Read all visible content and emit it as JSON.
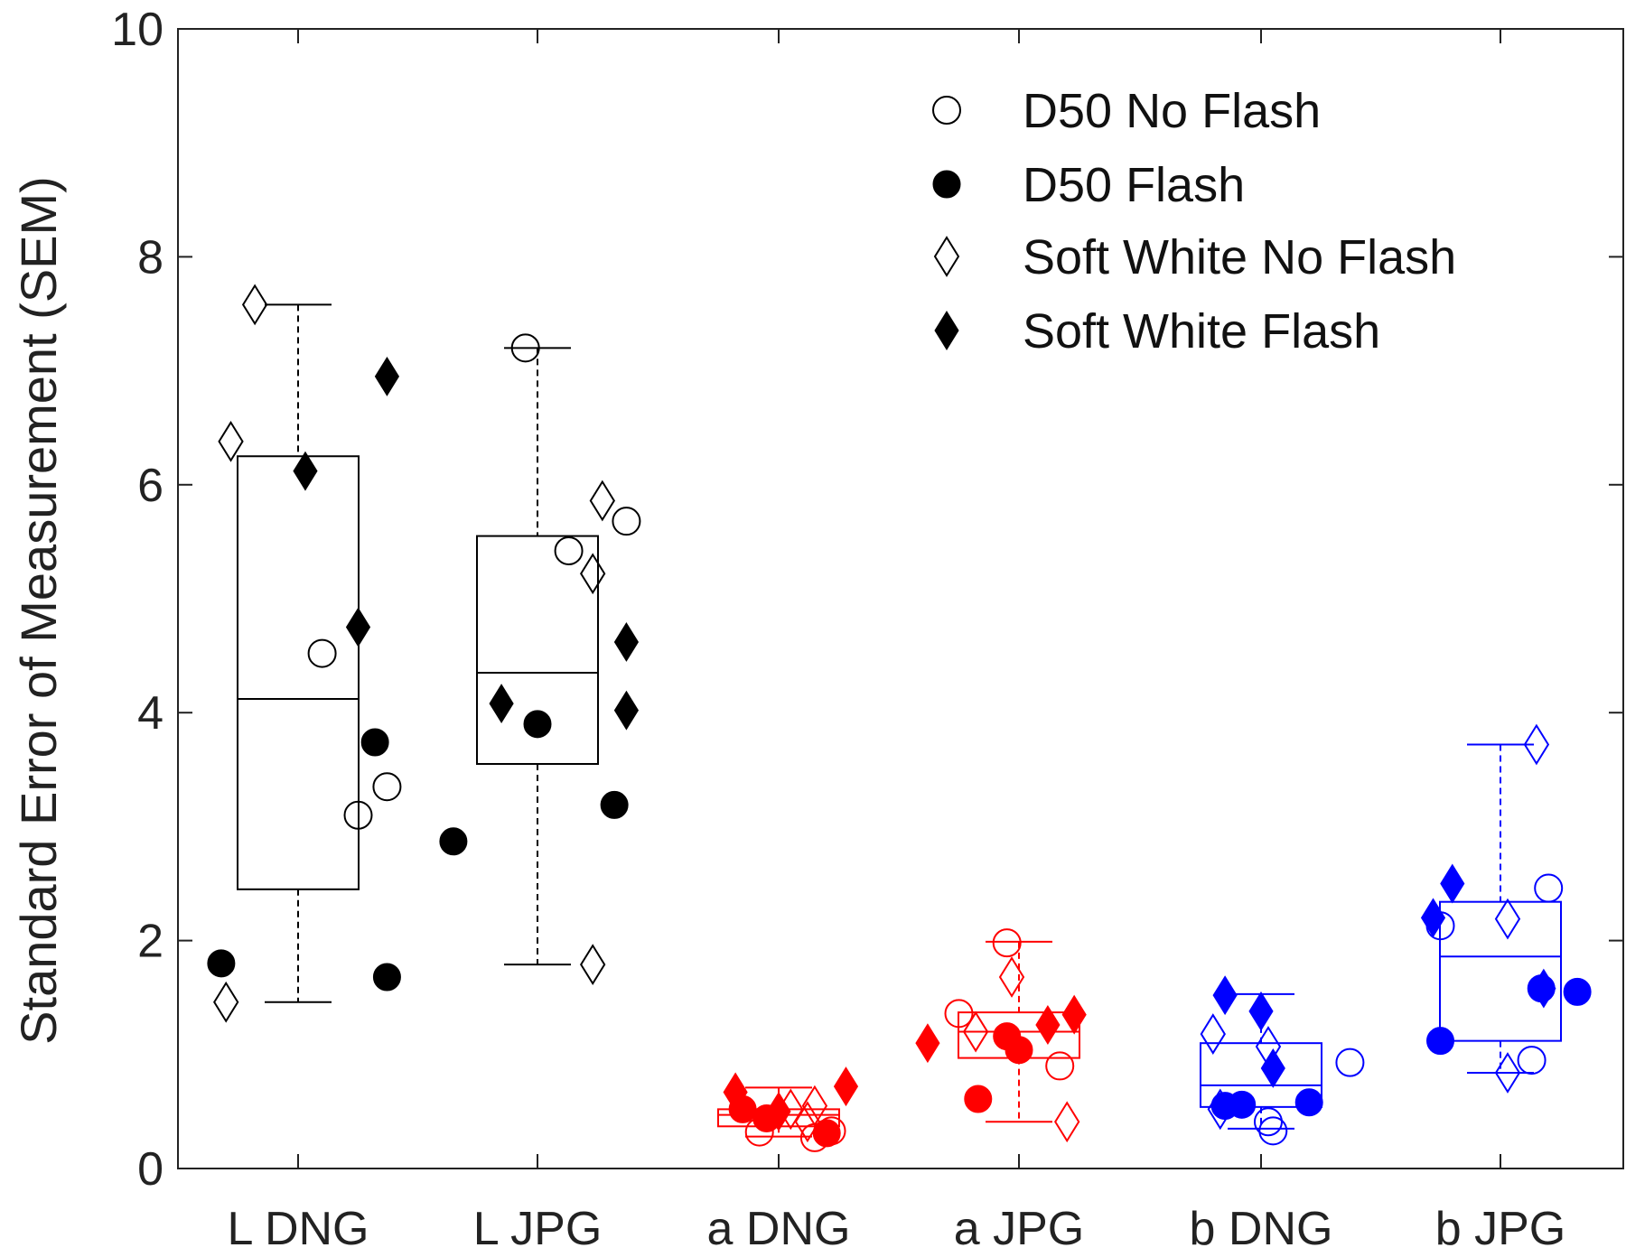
{
  "chart_data": {
    "type": "box",
    "title": "",
    "xlabel": "",
    "ylabel": "Standard Error of Measurement (SEM)",
    "ylim": [
      0,
      10
    ],
    "yticks": [
      0,
      2,
      4,
      6,
      8,
      10
    ],
    "categories": [
      "L DNG",
      "L JPG",
      "a DNG",
      "a JPG",
      "b DNG",
      "b JPG"
    ],
    "category_colors": [
      "#000000",
      "#000000",
      "#ff0000",
      "#ff0000",
      "#0000ff",
      "#0000ff"
    ],
    "boxes": [
      {
        "whisker_low": 1.46,
        "q1": 2.45,
        "median": 4.12,
        "q3": 6.25,
        "whisker_high": 7.58
      },
      {
        "whisker_low": 1.79,
        "q1": 3.55,
        "median": 4.35,
        "q3": 5.55,
        "whisker_high": 7.2
      },
      {
        "whisker_low": 0.28,
        "q1": 0.37,
        "median": 0.47,
        "q3": 0.52,
        "whisker_high": 0.71
      },
      {
        "whisker_low": 0.41,
        "q1": 0.97,
        "median": 1.2,
        "q3": 1.37,
        "whisker_high": 1.99
      },
      {
        "whisker_low": 0.35,
        "q1": 0.54,
        "median": 0.73,
        "q3": 1.1,
        "whisker_high": 1.53
      },
      {
        "whisker_low": 0.84,
        "q1": 1.12,
        "median": 1.86,
        "q3": 2.34,
        "whisker_high": 3.72
      }
    ],
    "series": [
      {
        "name": "D50 No Flash",
        "marker": "circle-open",
        "points": [
          {
            "category": "L DNG",
            "offset": 0.1,
            "y": 4.52
          },
          {
            "category": "L DNG",
            "offset": 0.25,
            "y": 3.1
          },
          {
            "category": "L DNG",
            "offset": 0.37,
            "y": 3.35
          },
          {
            "category": "L JPG",
            "offset": -0.05,
            "y": 7.2
          },
          {
            "category": "L JPG",
            "offset": 0.13,
            "y": 5.42
          },
          {
            "category": "L JPG",
            "offset": 0.37,
            "y": 5.68
          },
          {
            "category": "a DNG",
            "offset": -0.08,
            "y": 0.32
          },
          {
            "category": "a DNG",
            "offset": 0.15,
            "y": 0.27
          },
          {
            "category": "a DNG",
            "offset": 0.22,
            "y": 0.33
          },
          {
            "category": "a JPG",
            "offset": -0.25,
            "y": 1.36
          },
          {
            "category": "a JPG",
            "offset": -0.05,
            "y": 1.98
          },
          {
            "category": "a JPG",
            "offset": 0.17,
            "y": 0.9
          },
          {
            "category": "b DNG",
            "offset": 0.03,
            "y": 0.41
          },
          {
            "category": "b DNG",
            "offset": 0.05,
            "y": 0.33
          },
          {
            "category": "b DNG",
            "offset": 0.37,
            "y": 0.93
          },
          {
            "category": "b JPG",
            "offset": -0.25,
            "y": 2.13
          },
          {
            "category": "b JPG",
            "offset": 0.13,
            "y": 0.95
          },
          {
            "category": "b JPG",
            "offset": 0.2,
            "y": 2.46
          }
        ]
      },
      {
        "name": "D50 Flash",
        "marker": "circle-filled",
        "points": [
          {
            "category": "L DNG",
            "offset": -0.32,
            "y": 1.8
          },
          {
            "category": "L DNG",
            "offset": 0.37,
            "y": 1.68
          },
          {
            "category": "L DNG",
            "offset": 0.32,
            "y": 3.74
          },
          {
            "category": "L JPG",
            "offset": -0.35,
            "y": 2.87
          },
          {
            "category": "L JPG",
            "offset": 0.0,
            "y": 3.9
          },
          {
            "category": "L JPG",
            "offset": 0.32,
            "y": 3.19
          },
          {
            "category": "a DNG",
            "offset": -0.15,
            "y": 0.52
          },
          {
            "category": "a DNG",
            "offset": -0.05,
            "y": 0.44
          },
          {
            "category": "a DNG",
            "offset": 0.2,
            "y": 0.31
          },
          {
            "category": "a JPG",
            "offset": -0.17,
            "y": 0.61
          },
          {
            "category": "a JPG",
            "offset": -0.05,
            "y": 1.16
          },
          {
            "category": "a JPG",
            "offset": 0.0,
            "y": 1.04
          },
          {
            "category": "b DNG",
            "offset": -0.15,
            "y": 0.55
          },
          {
            "category": "b DNG",
            "offset": -0.08,
            "y": 0.56
          },
          {
            "category": "b DNG",
            "offset": 0.2,
            "y": 0.58
          },
          {
            "category": "b JPG",
            "offset": -0.25,
            "y": 1.12
          },
          {
            "category": "b JPG",
            "offset": 0.17,
            "y": 1.58
          },
          {
            "category": "b JPG",
            "offset": 0.32,
            "y": 1.55
          }
        ]
      },
      {
        "name": "Soft White No Flash",
        "marker": "diamond-open",
        "points": [
          {
            "category": "L DNG",
            "offset": -0.18,
            "y": 7.58
          },
          {
            "category": "L DNG",
            "offset": -0.28,
            "y": 6.38
          },
          {
            "category": "L DNG",
            "offset": -0.3,
            "y": 1.46
          },
          {
            "category": "L JPG",
            "offset": 0.27,
            "y": 5.86
          },
          {
            "category": "L JPG",
            "offset": 0.23,
            "y": 5.22
          },
          {
            "category": "L JPG",
            "offset": 0.23,
            "y": 1.79
          },
          {
            "category": "a DNG",
            "offset": 0.05,
            "y": 0.52
          },
          {
            "category": "a DNG",
            "offset": 0.12,
            "y": 0.41
          },
          {
            "category": "a DNG",
            "offset": 0.15,
            "y": 0.55
          },
          {
            "category": "a JPG",
            "offset": -0.03,
            "y": 1.68
          },
          {
            "category": "a JPG",
            "offset": -0.18,
            "y": 1.2
          },
          {
            "category": "a JPG",
            "offset": 0.2,
            "y": 0.41
          },
          {
            "category": "b DNG",
            "offset": -0.2,
            "y": 1.18
          },
          {
            "category": "b DNG",
            "offset": 0.03,
            "y": 1.07
          },
          {
            "category": "b DNG",
            "offset": -0.17,
            "y": 0.52
          },
          {
            "category": "b JPG",
            "offset": 0.03,
            "y": 2.19
          },
          {
            "category": "b JPG",
            "offset": 0.15,
            "y": 3.72
          },
          {
            "category": "b JPG",
            "offset": 0.03,
            "y": 0.84
          }
        ]
      },
      {
        "name": "Soft White Flash",
        "marker": "diamond-filled",
        "points": [
          {
            "category": "L DNG",
            "offset": 0.03,
            "y": 6.12
          },
          {
            "category": "L DNG",
            "offset": 0.25,
            "y": 4.75
          },
          {
            "category": "L DNG",
            "offset": 0.37,
            "y": 6.95
          },
          {
            "category": "L JPG",
            "offset": -0.15,
            "y": 4.08
          },
          {
            "category": "L JPG",
            "offset": 0.37,
            "y": 4.62
          },
          {
            "category": "L JPG",
            "offset": 0.37,
            "y": 4.02
          },
          {
            "category": "a DNG",
            "offset": -0.18,
            "y": 0.67
          },
          {
            "category": "a DNG",
            "offset": 0.0,
            "y": 0.5
          },
          {
            "category": "a DNG",
            "offset": 0.28,
            "y": 0.72
          },
          {
            "category": "a JPG",
            "offset": -0.38,
            "y": 1.1
          },
          {
            "category": "a JPG",
            "offset": 0.12,
            "y": 1.26
          },
          {
            "category": "a JPG",
            "offset": 0.23,
            "y": 1.35
          },
          {
            "category": "b DNG",
            "offset": -0.15,
            "y": 1.52
          },
          {
            "category": "b DNG",
            "offset": 0.0,
            "y": 1.38
          },
          {
            "category": "b DNG",
            "offset": 0.05,
            "y": 0.88
          },
          {
            "category": "b JPG",
            "offset": -0.28,
            "y": 2.2
          },
          {
            "category": "b JPG",
            "offset": -0.2,
            "y": 2.5
          },
          {
            "category": "b JPG",
            "offset": 0.18,
            "y": 1.58
          }
        ]
      }
    ],
    "legend": {
      "placement": "top-right",
      "entries": [
        "D50 No Flash",
        "D50 Flash",
        "Soft White No Flash",
        "Soft White Flash"
      ]
    },
    "grid": false
  }
}
